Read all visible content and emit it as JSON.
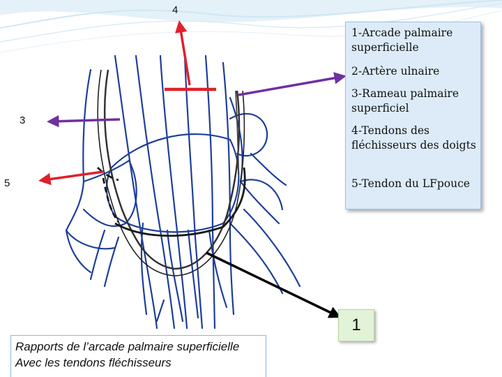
{
  "legend": {
    "item1": "1-Arcade palmaire superficielle",
    "item2": "2-Artère ulnaire",
    "item3": "3-Rameau palmaire superficiel",
    "item4": "4-Tendons des fléchisseurs des doigts",
    "item5": "5-Tendon du LFpouce"
  },
  "labels": {
    "n4": "4",
    "n3": "3",
    "n5": "5",
    "n1": "1"
  },
  "caption": {
    "line1": "Rapports de l’arcade palmaire superficielle",
    "line2": "Avec les tendons fléchisseurs"
  },
  "colors": {
    "ink": "#1e3f9a",
    "red_arrow": "#e0202a",
    "purple_arrow": "#7030a0",
    "black_arrow": "#000000",
    "legend_bg": "#dcebf7",
    "badge_bg": "#e2f3d8"
  }
}
